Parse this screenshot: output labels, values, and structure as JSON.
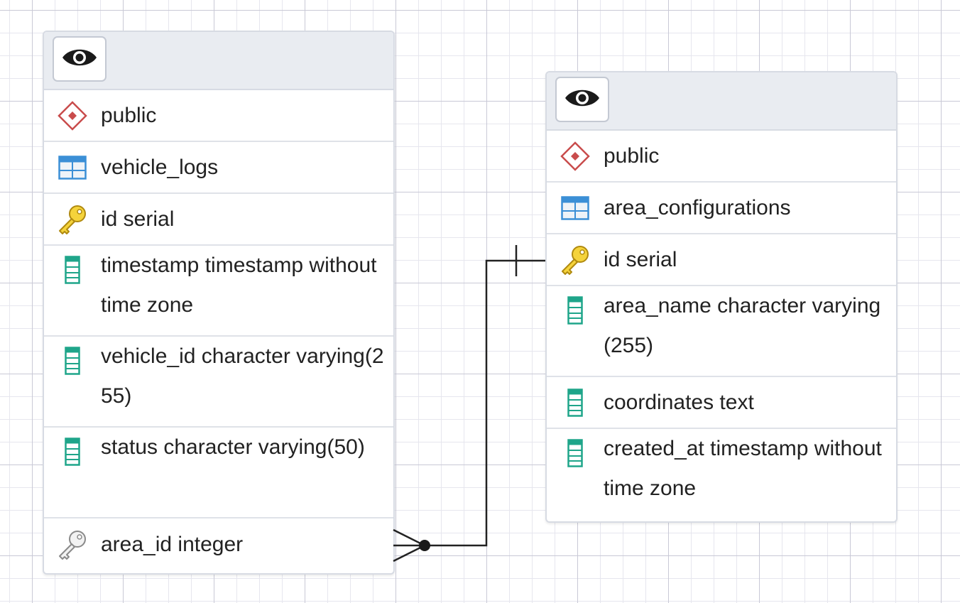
{
  "tables": [
    {
      "id": "left",
      "header_icon": "eye-icon",
      "rows": [
        {
          "kind": "schema",
          "icon": "schema-diamond-icon",
          "label": "public"
        },
        {
          "kind": "table",
          "icon": "table-grid-icon",
          "label": "vehicle_logs"
        },
        {
          "kind": "pk",
          "icon": "primary-key-icon",
          "label": "id serial"
        },
        {
          "kind": "column",
          "icon": "column-icon",
          "label": "timestamp timestamp without time zone"
        },
        {
          "kind": "column",
          "icon": "column-icon",
          "label": "vehicle_id character varying(255)"
        },
        {
          "kind": "column",
          "icon": "column-icon",
          "label": "status character varying(50)"
        },
        {
          "kind": "fk",
          "icon": "foreign-key-icon",
          "label": "area_id integer"
        }
      ]
    },
    {
      "id": "right",
      "header_icon": "eye-icon",
      "rows": [
        {
          "kind": "schema",
          "icon": "schema-diamond-icon",
          "label": "public"
        },
        {
          "kind": "table",
          "icon": "table-grid-icon",
          "label": "area_configurations"
        },
        {
          "kind": "pk",
          "icon": "primary-key-icon",
          "label": "id serial"
        },
        {
          "kind": "column",
          "icon": "column-icon",
          "label": "area_name character varying(255)"
        },
        {
          "kind": "column",
          "icon": "column-icon",
          "label": "coordinates text"
        },
        {
          "kind": "column",
          "icon": "column-icon",
          "label": "created_at timestamp without time zone"
        }
      ]
    }
  ],
  "relationship": {
    "from": "vehicle_logs.area_id",
    "to": "area_configurations.id",
    "from_cardinality": "many",
    "to_cardinality": "one"
  },
  "colors": {
    "schema": "#c94c4c",
    "table": "#3b8fd6",
    "key": "#e8c21a",
    "fk": "#9a9a9a",
    "column": "#1fa58a",
    "edge": "#222222"
  }
}
